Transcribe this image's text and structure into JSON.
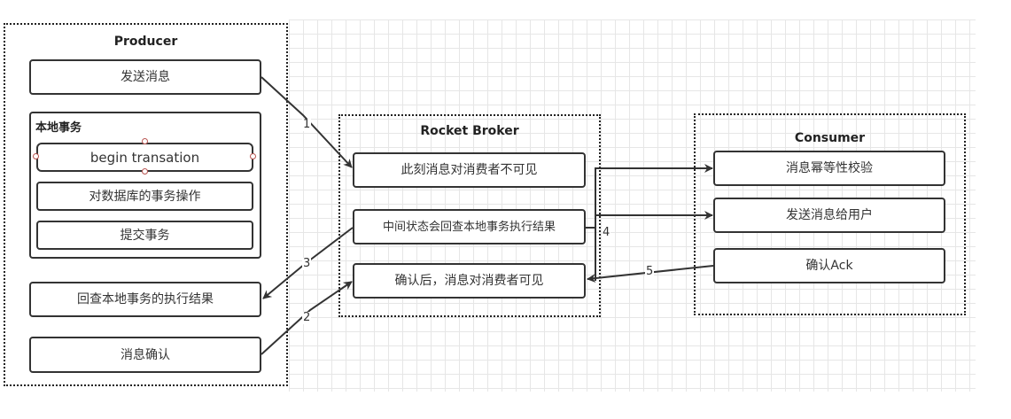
{
  "producer": {
    "title": "Producer",
    "send_message": "发送消息",
    "local_tx": {
      "title": "本地事务",
      "begin": "begin transation",
      "db_ops": "对数据库的事务操作",
      "commit": "提交事务"
    },
    "check_result": "回查本地事务的执行结果",
    "confirm": "消息确认"
  },
  "broker": {
    "title": "Rocket Broker",
    "invisible": "此刻消息对消费者不可见",
    "intermediate": "中间状态会回查本地事务执行结果",
    "visible": "确认后，消息对消费者可见"
  },
  "consumer": {
    "title": "Consumer",
    "idempotent": "消息幂等性校验",
    "send_to_user": "发送消息给用户",
    "ack": "确认Ack"
  },
  "edge_labels": {
    "e1": "1",
    "e2": "2",
    "e3": "3",
    "e4": "4",
    "e5": "5"
  },
  "colors": {
    "stroke": "#333333",
    "grid": "#e6e6e6",
    "handle": "#b85450"
  }
}
